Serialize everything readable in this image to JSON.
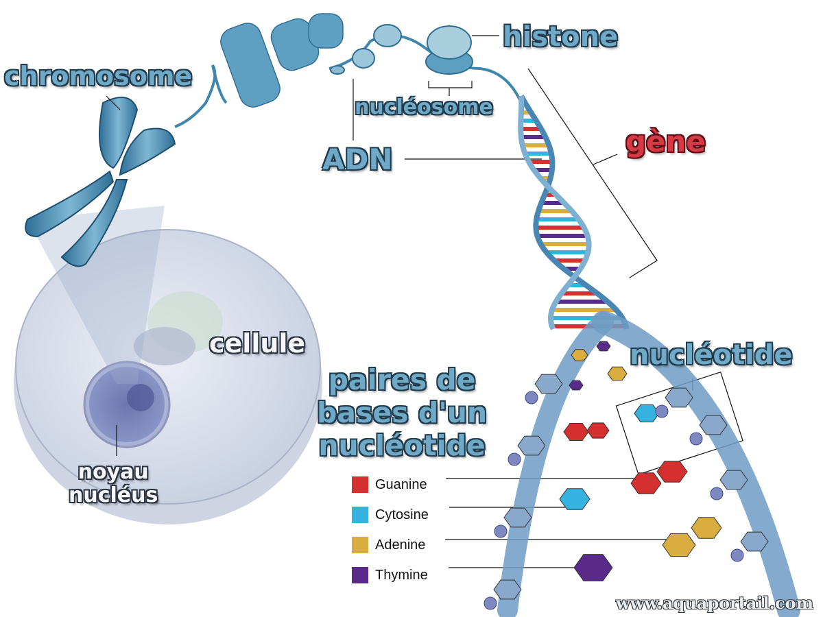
{
  "labels": {
    "chromosome": "chromosome",
    "histone": "histone",
    "nucleosome": "nucléosome",
    "adn": "ADN",
    "gene": "gène",
    "cellule": "cellule",
    "paires": [
      "paires de",
      "bases d'un",
      "nucléotide"
    ],
    "nucleotide": "nucléotide",
    "noyau": "noyau",
    "nucleus": "nucléus"
  },
  "legend": [
    {
      "name": "Guanine",
      "color": "#d3302f"
    },
    {
      "name": "Cytosine",
      "color": "#35b2e0"
    },
    {
      "name": "Adenine",
      "color": "#d9ad40"
    },
    {
      "name": "Thymine",
      "color": "#5a2a8a"
    }
  ],
  "credit": "www.aquaportail.com"
}
